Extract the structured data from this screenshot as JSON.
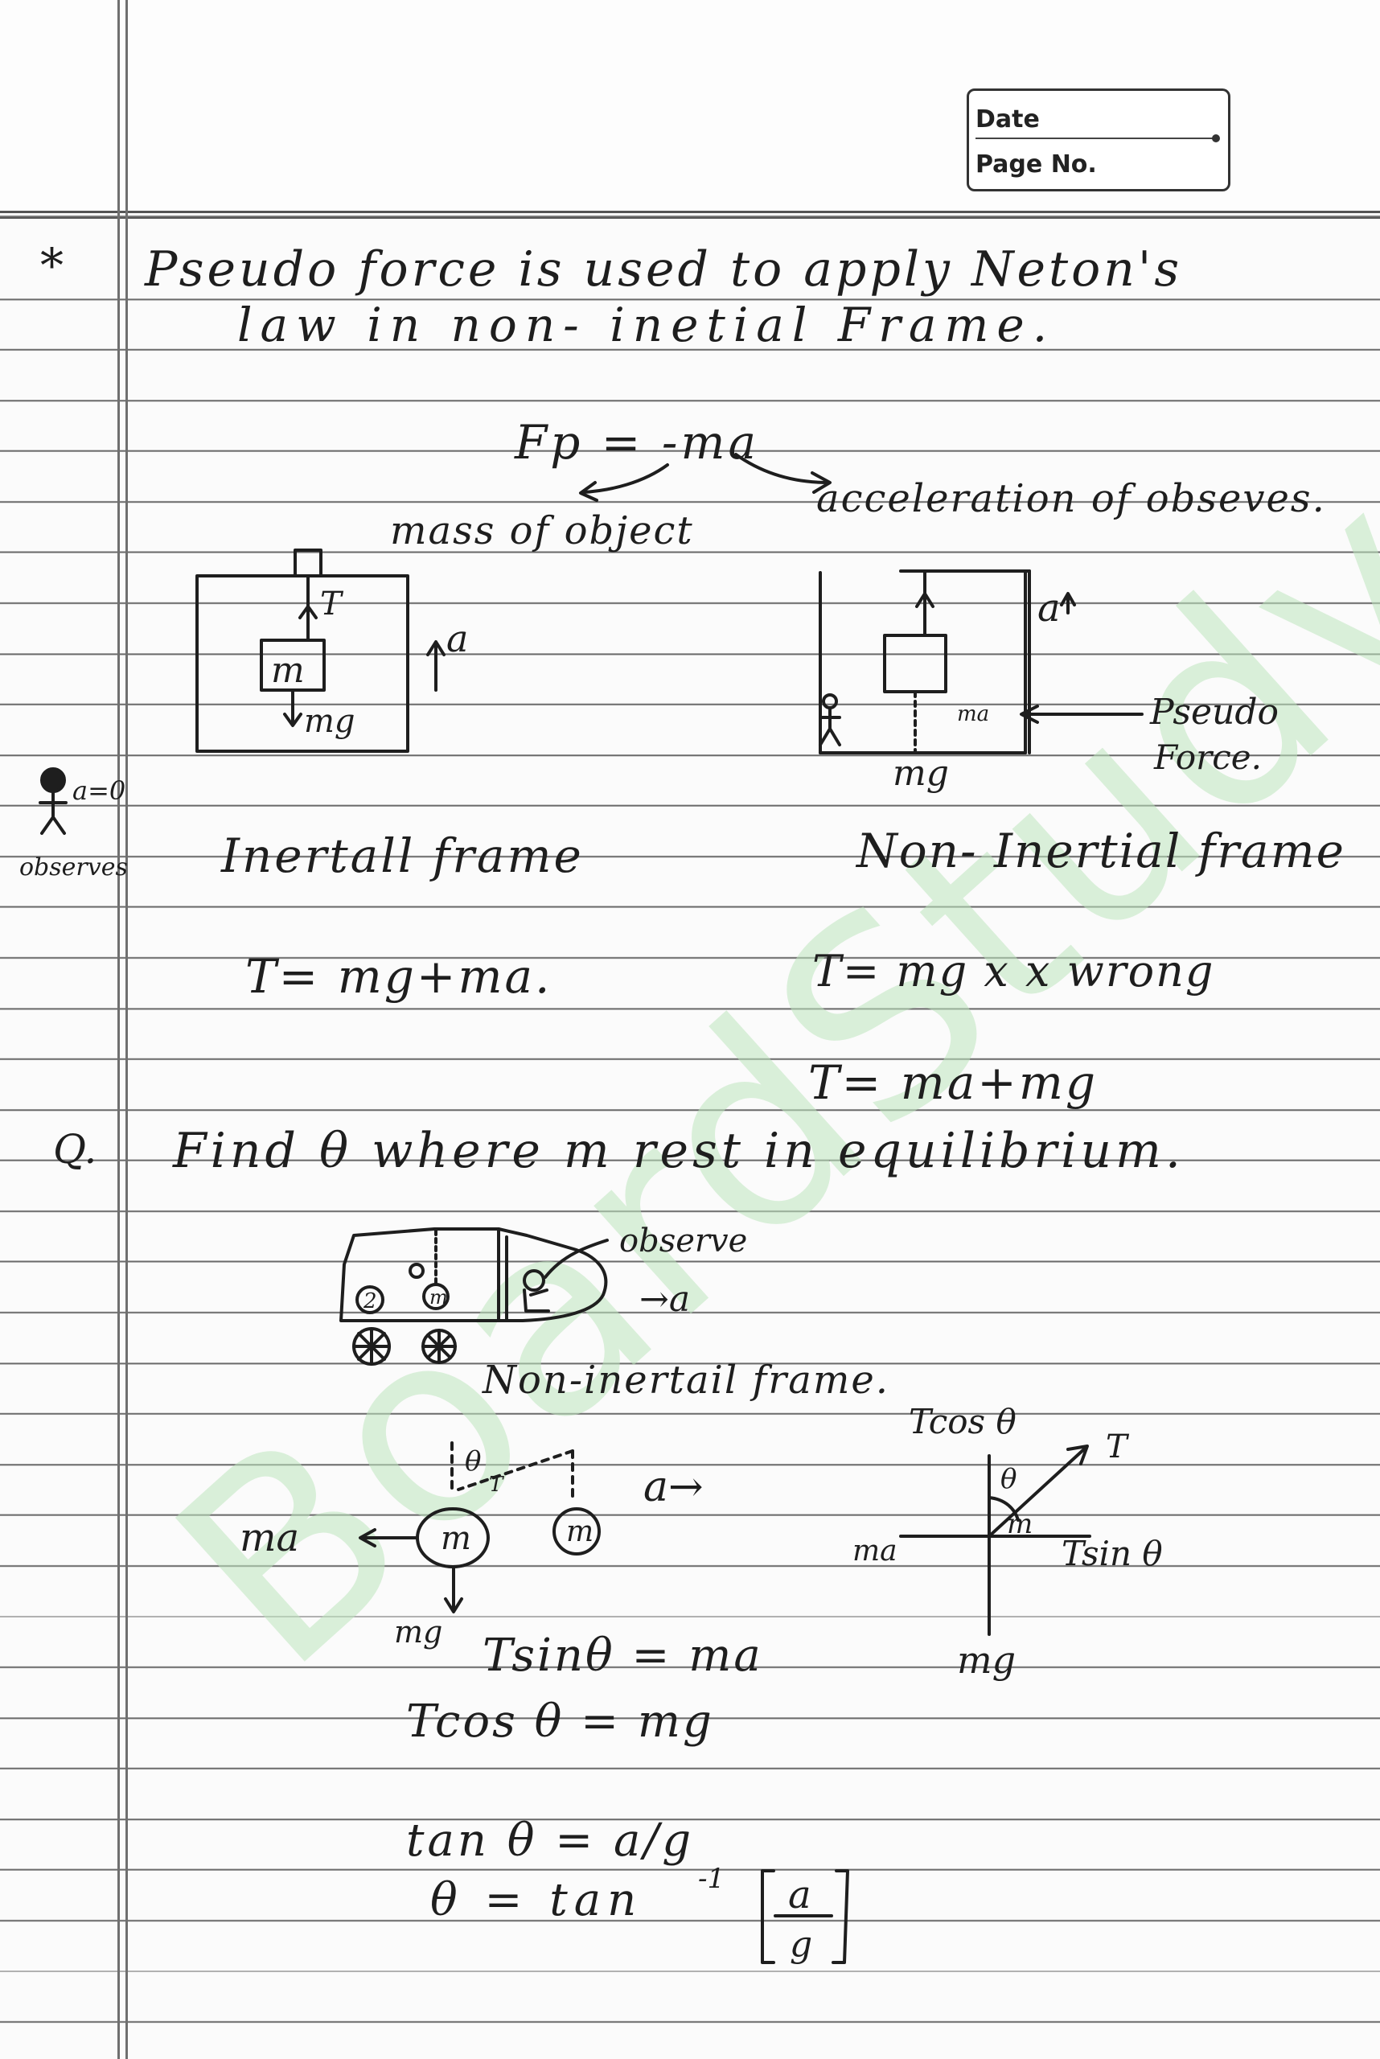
{
  "header": {
    "date_label": "Date",
    "page_no_label": "Page No."
  },
  "watermark": "BoardStudy",
  "notes": {
    "bullet": "*",
    "line1": "Pseudo force is used to apply Neton's",
    "line2": "law in non- inetial Frame.",
    "formula": "Fp = -ma",
    "label_acceleration": "acceleration of obseves.",
    "label_mass": "mass of object"
  },
  "diagram_a": {
    "tension": "T",
    "mass": "m",
    "weight": "mg",
    "accel": "a"
  },
  "diagram_b": {
    "accel": "a",
    "weight": "mg",
    "pseudo_ma": "ma",
    "pseudo_label_1": "Pseudo",
    "pseudo_label_2": "Force."
  },
  "observer_note": {
    "a0": "a=0",
    "observes": "observes"
  },
  "frames": {
    "inertial": "Inertall frame",
    "non_inertial": "Non- Inertial frame"
  },
  "equations": {
    "inertial_T": "T= mg+ma.",
    "wrong_T": "T= mg x x wrong",
    "correct_T": "T= ma+mg"
  },
  "question": {
    "number": "Q.",
    "text": "Find θ where m rest in equilibrium."
  },
  "car": {
    "observe": "observe",
    "accel": "→a",
    "num_2": "2",
    "mass": "m",
    "caption": "Non-inertail frame."
  },
  "fbd_left": {
    "ma": "ma",
    "m1": "m",
    "m2": "m",
    "theta": "θ",
    "T": "T",
    "a_arrow": "a→",
    "mg": "mg"
  },
  "fbd_right": {
    "tcos": "Tcos θ",
    "T": "T",
    "theta": "θ",
    "m": "m",
    "ma": "ma",
    "tsin": "Tsin θ",
    "mg": "mg"
  },
  "derivation": {
    "eq1": "Tsinθ = ma",
    "eq2": "Tcos θ = mg",
    "eq3": "tan θ = a/g",
    "eq4_lhs": "θ = tan",
    "eq4_sup": "-1",
    "eq4_num": "a",
    "eq4_den": "g"
  }
}
